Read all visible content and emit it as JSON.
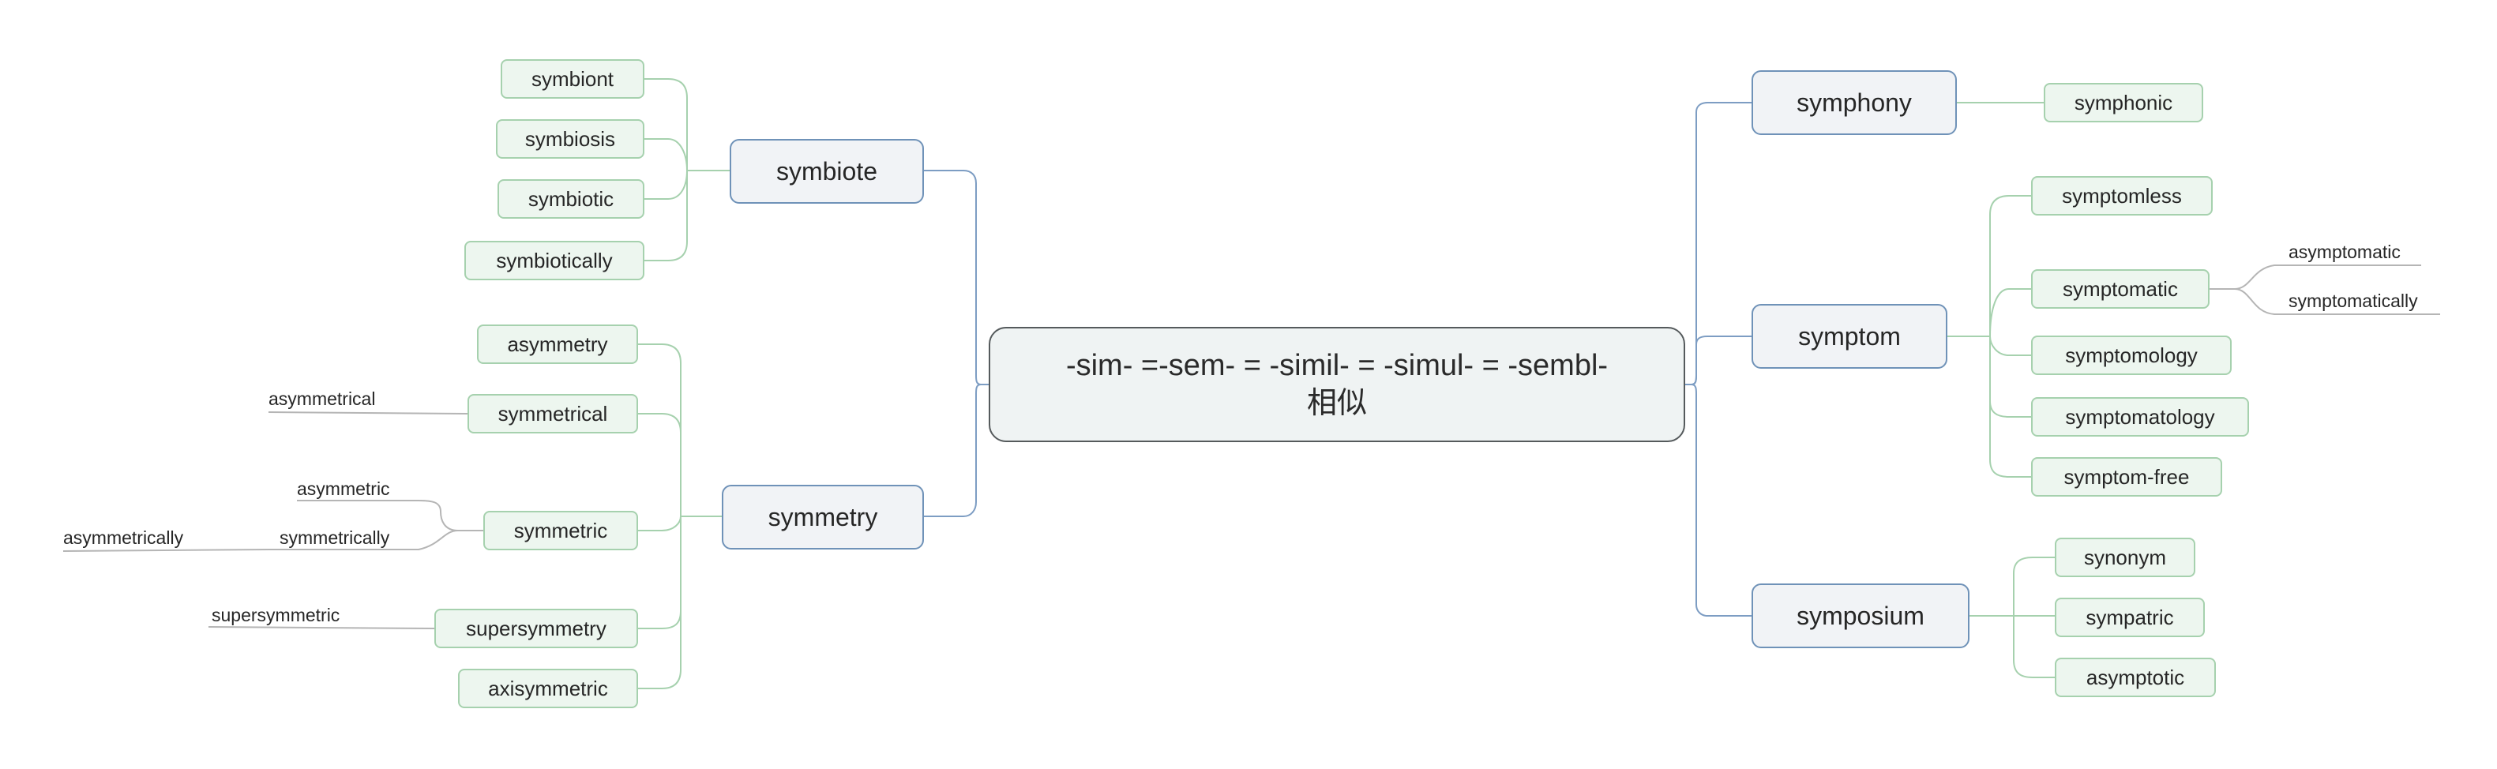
{
  "root": {
    "line1": "-sim- =-sem- = -simil- = -simul- = -sembl-",
    "line2": "相似"
  },
  "branches": {
    "symbiote": {
      "label": "symbiote",
      "children": [
        "symbiont",
        "symbiosis",
        "symbiotic",
        "symbiotically"
      ]
    },
    "symmetry": {
      "label": "symmetry",
      "children": {
        "asymmetry": "asymmetry",
        "symmetrical": "symmetrical",
        "symmetric": "symmetric",
        "supersymmetry": "supersymmetry",
        "axisymmetric": "axisymmetric"
      },
      "leaves": {
        "asymmetrical": "asymmetrical",
        "asymmetric": "asymmetric",
        "symmetrically": "symmetrically",
        "asymmetrically": "asymmetrically",
        "supersymmetric": "supersymmetric"
      }
    },
    "symphony": {
      "label": "symphony",
      "children": [
        "symphonic"
      ]
    },
    "symptom": {
      "label": "symptom",
      "children": [
        "symptomless",
        "symptomatic",
        "symptomology",
        "symptomatology",
        "symptom-free"
      ],
      "leaves": [
        "asymptomatic",
        "symptomatically"
      ]
    },
    "symposium": {
      "label": "symposium",
      "children": [
        "synonym",
        "sympatric",
        "asymptotic"
      ]
    }
  },
  "colors": {
    "root_border": "#555a5c",
    "main_border": "#6f92b8",
    "sub_border": "#a6d1ae",
    "main_link": "#7d9dc3",
    "sub_link": "#a6d1ae",
    "leaf_line": "#b5b5b5"
  }
}
